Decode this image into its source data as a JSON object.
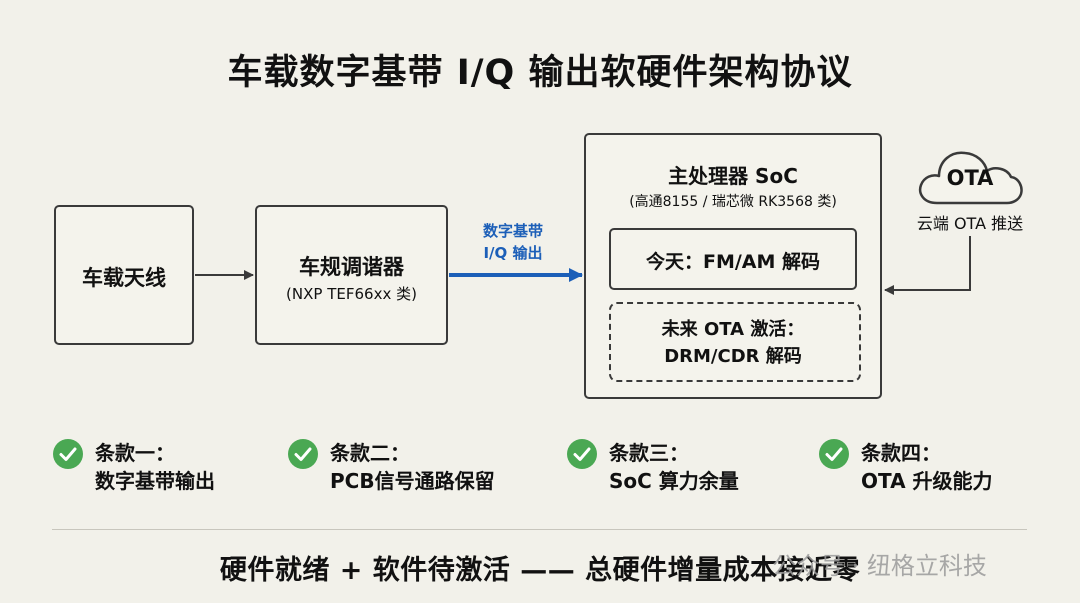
{
  "title": "车载数字基带 I/Q 输出软硬件架构协议",
  "antenna": {
    "label": "车载天线"
  },
  "tuner": {
    "title": "车规调谐器",
    "subtitle": "(NXP TEF66xx 类)"
  },
  "iq_link": {
    "line1": "数字基带",
    "line2": "I/Q 输出"
  },
  "soc": {
    "title": "主处理器 SoC",
    "subtitle": "(高通8155 / 瑞芯微 RK3568 类)",
    "today": "今天：FM/AM 解码",
    "future_line1": "未来 OTA 激活：",
    "future_line2": "DRM/CDR 解码"
  },
  "cloud": {
    "label": "OTA",
    "caption": "云端 OTA 推送"
  },
  "clauses": [
    {
      "title": "条款一：",
      "text": "数字基带输出"
    },
    {
      "title": "条款二：",
      "text": "PCB信号通路保留"
    },
    {
      "title": "条款三：",
      "text": "SoC 算力余量"
    },
    {
      "title": "条款四：",
      "text": "OTA 升级能力"
    }
  ],
  "summary": "硬件就绪 + 软件待激活 —— 总硬件增量成本接近零",
  "watermark": "公众号 · 纽格立科技",
  "colors": {
    "accent_blue": "#1c5fb8",
    "check_green": "#4aa853",
    "background": "#f2f1ea"
  }
}
